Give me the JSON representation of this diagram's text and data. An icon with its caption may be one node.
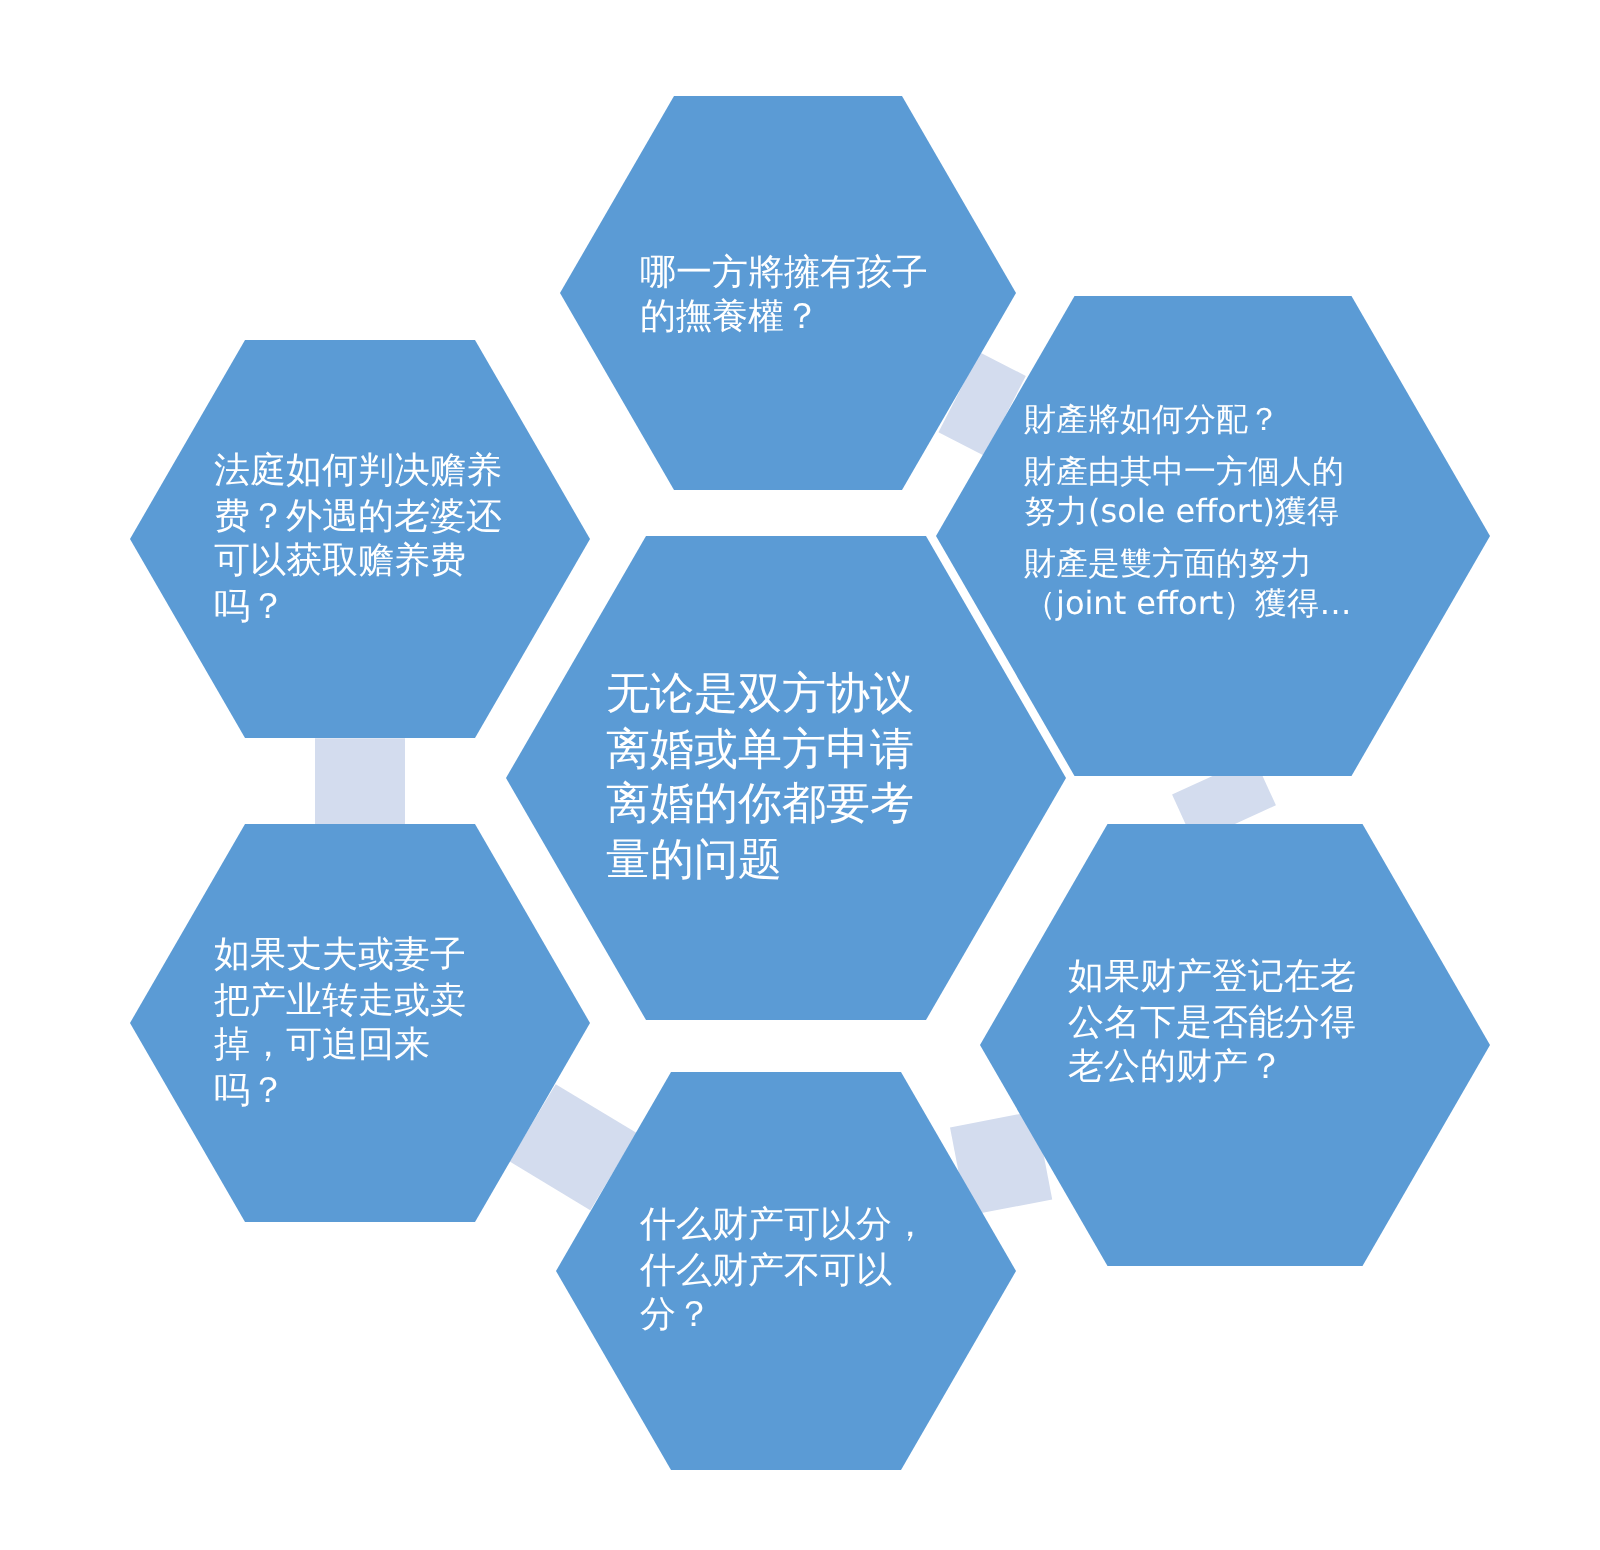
{
  "diagram": {
    "nodes": [
      {
        "text": [
          "无论是双方协议离婚或单方申请离婚的你都要考量的问题"
        ]
      },
      {
        "text": [
          "哪一方將擁有孩子的撫養權？"
        ]
      },
      {
        "text": [
          "財產將如何分配？",
          "財產由其中一方個人的努力(sole effort)獲得",
          "財產是雙方面的努力（joint effort）獲得…"
        ]
      },
      {
        "text": [
          "如果财产登记在老公名下是否能分得老公的财产？"
        ]
      },
      {
        "text": [
          "什么财产可以分，什么财产不可以分？"
        ]
      },
      {
        "text": [
          "如果丈夫或妻子把产业转走或卖掉，可追回来吗？"
        ]
      },
      {
        "text": [
          "法庭如何判决赡养费？外遇的老婆还可以获取赡养费吗？"
        ]
      }
    ],
    "edges": [
      {
        "from": 1,
        "to": 2,
        "arrow": "none"
      },
      {
        "from": 2,
        "to": 3,
        "arrow": "none"
      },
      {
        "from": 3,
        "to": 4,
        "arrow": "none"
      },
      {
        "from": 4,
        "to": 5,
        "arrow": "none"
      },
      {
        "from": 5,
        "to": 6,
        "arrow": "none"
      }
    ]
  }
}
